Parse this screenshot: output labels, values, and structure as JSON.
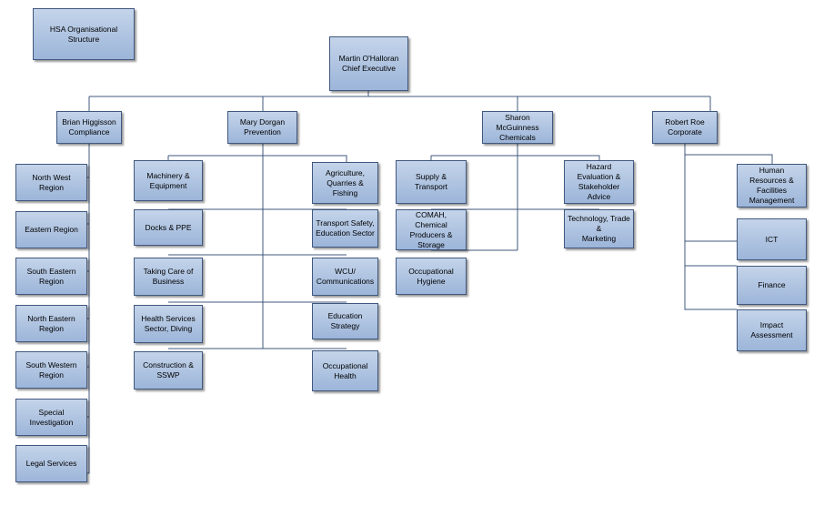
{
  "colors": {
    "box_top": "#c4d4ea",
    "box_bottom": "#9cb5d9",
    "border": "#41587e",
    "line": "#41587e"
  },
  "title": "HSA Organisational\nStructure",
  "ceo": "Martin O'Halloran\nChief Executive",
  "divisions": {
    "compliance": "Brian Higgisson\nCompliance",
    "prevention": "Mary Dorgan\nPrevention",
    "chemicals": "Sharon McGuinness\nChemicals",
    "corporate": "Robert Roe\nCorporate"
  },
  "units": {
    "north_west": "North West Region",
    "eastern": "Eastern Region",
    "south_eastern": "South Eastern\nRegion",
    "north_eastern": "North Eastern\nRegion",
    "south_western": "South Western\nRegion",
    "special_investigation": "Special\nInvestigation",
    "legal_services": "Legal Services",
    "machinery": "Machinery &\nEquipment",
    "docks": "Docks & PPE",
    "taking_care": "Taking Care of\nBusiness",
    "health_services": "Health Services\nSector, Diving",
    "construction": "Construction &\nSSWP",
    "agriculture": "Agriculture,\nQuarries & Fishing",
    "transport_safety": "Transport Safety,\nEducation Sector",
    "wcu": "WCU/\nCommunications",
    "education_strategy": "Education Strategy",
    "occupational_health": "Occupational\nHealth",
    "supply": "Supply & Transport",
    "comah": "COMAH, Chemical\nProducers & Storage",
    "occupational_hygiene": "Occupational\nHygiene",
    "hazard": "Hazard Evaluation &\nStakeholder Advice",
    "technology": "Technology, Trade &\nMarketing",
    "hr": "Human Resources &\nFacilities\nManagement",
    "ict": "ICT",
    "finance": "Finance",
    "impact": "Impact Assessment"
  }
}
